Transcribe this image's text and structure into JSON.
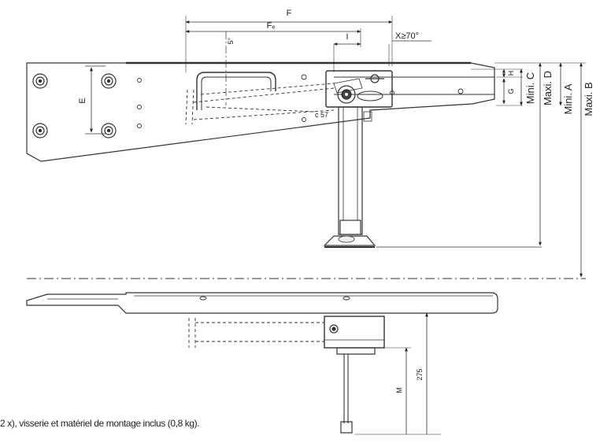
{
  "labels": {
    "F": "F",
    "Fe": "Fₑ",
    "I": "I",
    "angle": "X≥70°",
    "deg5": "5°",
    "E": "E",
    "H": "H",
    "G": "G",
    "miniC": "Mini. C",
    "maxiD": "Maxi. D",
    "miniA": "Mini. A",
    "maxiB": "Maxi. B",
    "M": "M",
    "dim275": "275",
    "c57": "c 57"
  },
  "caption": "2 x), visserie et matériel de montage inclus (0,8 kg)."
}
